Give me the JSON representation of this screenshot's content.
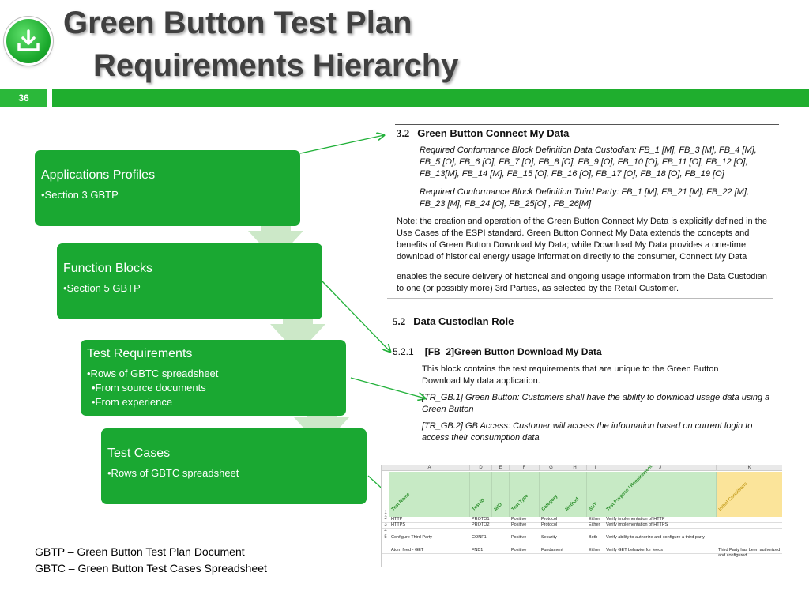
{
  "header": {
    "logo_icon": "download-tray-icon",
    "title_line1": "Green Button Test Plan",
    "title_line2": "Requirements Hierarchy",
    "slide_number": "36"
  },
  "hierarchy": [
    {
      "heading": "Applications Profiles",
      "bullet": "•Section 3 GBTP",
      "sub_bullets": []
    },
    {
      "heading": "Function Blocks",
      "bullet": "•Section 5 GBTP",
      "sub_bullets": []
    },
    {
      "heading": "Test Requirements",
      "bullet": "•Rows of GBTC spreadsheet",
      "sub_bullets": [
        "•From source documents",
        "•From experience"
      ]
    },
    {
      "heading": "Test Cases",
      "bullet": "•Rows of GBTC spreadsheet",
      "sub_bullets": []
    }
  ],
  "footnotes": [
    "GBTP – Green Button Test Plan Document",
    "GBTC – Green Button Test Cases Spreadsheet"
  ],
  "doc": {
    "sec32_num": "3.2",
    "sec32_title": "Green Button Connect My Data",
    "custodian_req": "Required Conformance Block Definition Data Custodian: FB_1 [M], FB_3 [M], FB_4 [M], FB_5 [O], FB_6 [O], FB_7 [O], FB_8 [O], FB_9 [O], FB_10 [O], FB_11 [O], FB_12 [O], FB_13[M], FB_14 [M], FB_15 [O], FB_16 [O], FB_17 [O], FB_18 [O], FB_19 [O]",
    "thirdparty_req": "Required Conformance Block Definition Third Party: FB_1 [M], FB_21 [M], FB_22 [M], FB_23 [M], FB_24 [O], FB_25[O] , FB_26[M]",
    "note": "Note: the creation and operation of the Green Button Connect My Data is explicitly defined in the Use Cases of the ESPI standard. Green Button Connect My Data extends the concepts and benefits of Green Button Download My Data; while Download My Data provides a one-time download of historical energy usage information directly to the consumer, Connect My Data",
    "note_cont": "enables the secure delivery of historical and ongoing usage information from the Data Custodian to one (or possibly more) 3rd Parties, as selected by the Retail Customer.",
    "sec52_num": "5.2",
    "sec52_title": "Data Custodian Role",
    "sec521_num": "5.2.1",
    "sec521_title": "[FB_2]Green Button Download My Data",
    "block_desc": "This block contains the test requirements that are unique to the Green Button Download My data application.",
    "tr1": "[TR_GB.1] Green Button: Customers shall have the ability to download usage data using a Green Button",
    "tr2": "[TR_GB.2] GB Access: Customer will access the information based on current login to access their consumption data"
  },
  "sheet": {
    "columns": [
      "A",
      "D",
      "E",
      "F",
      "G",
      "H",
      "I",
      "J",
      "K"
    ],
    "headers": [
      "Test Name",
      "Test ID",
      "M/O",
      "Test Type",
      "Category",
      "Method",
      "SUT",
      "Test Purpose / Requirement",
      "Initial Conditions"
    ],
    "row_numbers": [
      "1",
      "2",
      "3",
      "4",
      "5"
    ],
    "rows": [
      [
        "HTTP",
        "PROTO1",
        "",
        "Positive",
        "Protocol",
        "",
        "Either",
        "Verify implementation of HTTP",
        ""
      ],
      [
        "HTTPS",
        "PROTO2",
        "",
        "Positive",
        "Protocol",
        "",
        "Either",
        "Verify implementation of HTTPS",
        ""
      ],
      [
        "Configure Third Party",
        "CONF1",
        "",
        "Positive",
        "Security",
        "",
        "Both",
        "Verify ability to authorize and configure a third party",
        ""
      ],
      [
        "Atom feed - GET",
        "FND1",
        "",
        "Positive",
        "Fundamental",
        "",
        "Either",
        "Verify GET behavior for feeds",
        "Third Party has been authorized and configured"
      ]
    ]
  },
  "colors": {
    "box_green": "#1aa832",
    "bar_green": "#1fae2e",
    "title_gray": "#404040",
    "arrow_green": "#22b13a",
    "chevron": "#c6e6c2"
  }
}
